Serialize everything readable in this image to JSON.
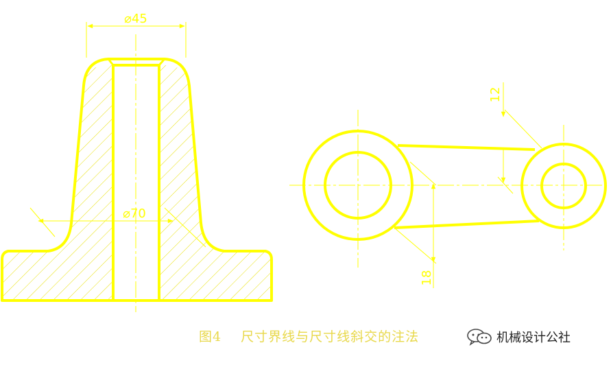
{
  "figure": {
    "dim_top_diameter": "⌀45",
    "dim_base_diameter": "⌀70",
    "dim_vertical_top": "12",
    "dim_vertical_bottom": "18"
  },
  "caption": {
    "figure_number": "图4",
    "text": "尺寸界线与尺寸线斜交的注法"
  },
  "watermark": {
    "text": "机械设计公社",
    "icon": "wechat-icon"
  },
  "colors": {
    "drawing": "#ffff00",
    "caption": "#e8d84a",
    "background": "#ffffff"
  }
}
